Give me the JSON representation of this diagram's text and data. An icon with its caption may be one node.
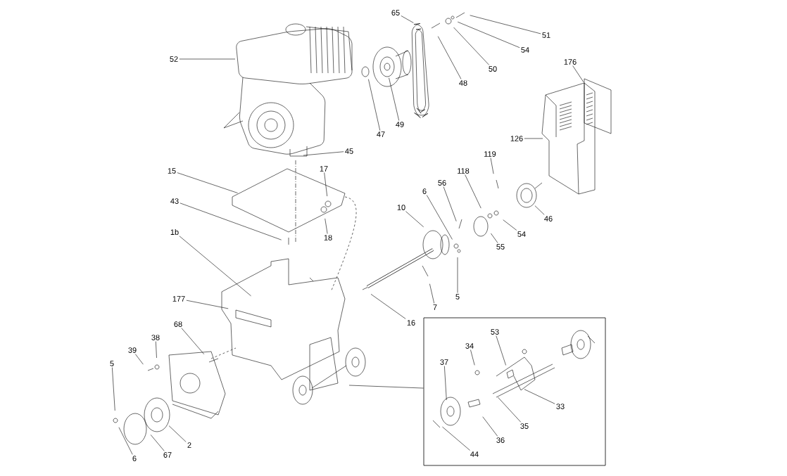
{
  "diagram": {
    "nodes": [
      {
        "text": [
          "65"
        ]
      },
      {
        "text": [
          "51"
        ]
      },
      {
        "text": [
          "54"
        ]
      },
      {
        "text": [
          "50"
        ]
      },
      {
        "text": [
          "48"
        ]
      },
      {
        "text": [
          "52"
        ]
      },
      {
        "text": [
          "47"
        ]
      },
      {
        "text": [
          "49"
        ]
      },
      {
        "text": [
          "176"
        ]
      },
      {
        "text": [
          "126"
        ]
      },
      {
        "text": [
          "45"
        ]
      },
      {
        "text": [
          "15"
        ]
      },
      {
        "text": [
          "17"
        ]
      },
      {
        "text": [
          "43"
        ]
      },
      {
        "text": [
          "18"
        ]
      },
      {
        "text": [
          "119"
        ]
      },
      {
        "text": [
          "118"
        ]
      },
      {
        "text": [
          "56"
        ]
      },
      {
        "text": [
          "6"
        ]
      },
      {
        "text": [
          "10"
        ]
      },
      {
        "text": [
          "46"
        ]
      },
      {
        "text": [
          "54"
        ]
      },
      {
        "text": [
          "55"
        ]
      },
      {
        "text": [
          "1b"
        ]
      },
      {
        "text": [
          "7"
        ]
      },
      {
        "text": [
          "5"
        ]
      },
      {
        "text": [
          "16"
        ]
      },
      {
        "text": [
          "177"
        ]
      },
      {
        "text": [
          "68"
        ]
      },
      {
        "text": [
          "38"
        ]
      },
      {
        "text": [
          "39"
        ]
      },
      {
        "text": [
          "5"
        ]
      },
      {
        "text": [
          "6"
        ]
      },
      {
        "text": [
          "67"
        ]
      },
      {
        "text": [
          "2"
        ]
      },
      {
        "text": [],
        "shape": "box"
      },
      {
        "text": [
          "53"
        ],
        "in": 35
      },
      {
        "text": [
          "34"
        ],
        "in": 35
      },
      {
        "text": [
          "37"
        ],
        "in": 35
      },
      {
        "text": [
          "33"
        ],
        "in": 35
      },
      {
        "text": [
          "35"
        ],
        "in": 35
      },
      {
        "text": [
          "36"
        ],
        "in": 35
      },
      {
        "text": [
          "44"
        ],
        "in": 35
      }
    ],
    "edges": [
      {
        "from": 0,
        "to": null,
        "arrow": "none"
      },
      {
        "from": 1,
        "to": null,
        "arrow": "none"
      },
      {
        "from": 2,
        "to": null,
        "arrow": "none"
      },
      {
        "from": 3,
        "to": null,
        "arrow": "none"
      },
      {
        "from": 4,
        "to": null,
        "arrow": "none"
      },
      {
        "from": 5,
        "to": null,
        "arrow": "none"
      },
      {
        "from": 6,
        "to": null,
        "arrow": "none"
      },
      {
        "from": 7,
        "to": null,
        "arrow": "none"
      },
      {
        "from": 8,
        "to": null,
        "arrow": "none"
      },
      {
        "from": 9,
        "to": null,
        "arrow": "none"
      },
      {
        "from": 10,
        "to": null,
        "arrow": "none"
      },
      {
        "from": 11,
        "to": null,
        "arrow": "none"
      },
      {
        "from": 12,
        "to": null,
        "arrow": "none"
      },
      {
        "from": 13,
        "to": null,
        "arrow": "none"
      },
      {
        "from": 14,
        "to": null,
        "arrow": "none"
      },
      {
        "from": 15,
        "to": null,
        "arrow": "none"
      },
      {
        "from": 16,
        "to": null,
        "arrow": "none"
      },
      {
        "from": 17,
        "to": null,
        "arrow": "none"
      },
      {
        "from": 18,
        "to": null,
        "arrow": "none"
      },
      {
        "from": 19,
        "to": null,
        "arrow": "none"
      },
      {
        "from": 20,
        "to": null,
        "arrow": "none"
      },
      {
        "from": 21,
        "to": null,
        "arrow": "none"
      },
      {
        "from": 22,
        "to": null,
        "arrow": "none"
      },
      {
        "from": 23,
        "to": null,
        "arrow": "none"
      },
      {
        "from": 24,
        "to": null,
        "arrow": "none"
      },
      {
        "from": 25,
        "to": null,
        "arrow": "none"
      },
      {
        "from": 26,
        "to": null,
        "arrow": "none"
      },
      {
        "from": 27,
        "to": null,
        "arrow": "none"
      },
      {
        "from": 28,
        "to": null,
        "arrow": "none"
      },
      {
        "from": 29,
        "to": null,
        "arrow": "none"
      },
      {
        "from": 30,
        "to": null,
        "arrow": "none"
      },
      {
        "from": 31,
        "to": null,
        "arrow": "none"
      },
      {
        "from": 32,
        "to": null,
        "arrow": "none"
      },
      {
        "from": 33,
        "to": null,
        "arrow": "none"
      },
      {
        "from": 34,
        "to": null,
        "arrow": "none"
      },
      {
        "from": 36,
        "to": null,
        "arrow": "none"
      },
      {
        "from": 37,
        "to": null,
        "arrow": "none"
      },
      {
        "from": 38,
        "to": null,
        "arrow": "none"
      },
      {
        "from": 39,
        "to": null,
        "arrow": "none"
      },
      {
        "from": 40,
        "to": null,
        "arrow": "none"
      },
      {
        "from": 41,
        "to": null,
        "arrow": "none"
      },
      {
        "from": 42,
        "to": null,
        "arrow": "none"
      },
      {
        "from": null,
        "to": 35,
        "arrow": "none"
      }
    ]
  }
}
